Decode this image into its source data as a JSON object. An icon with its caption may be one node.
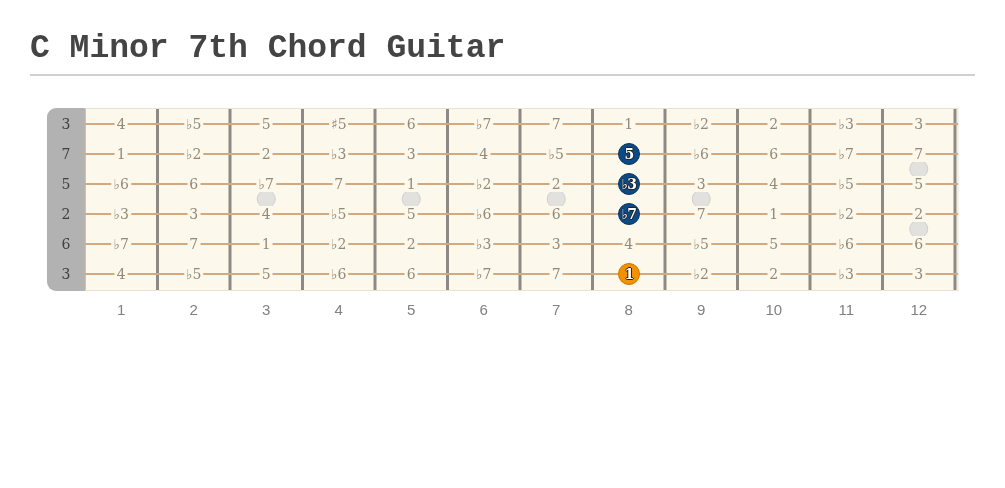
{
  "diagram": {
    "title": "C Minor 7th Chord Guitar",
    "nodes": [
      {
        "text": [
          "5"
        ]
      },
      {
        "text": [
          "♭3"
        ]
      },
      {
        "text": [
          "♭7"
        ]
      },
      {
        "text": [
          "1"
        ]
      }
    ],
    "labels": [
      "3",
      "4",
      "♭5",
      "5",
      "♯5",
      "6",
      "♭7",
      "7",
      "1",
      "♭2",
      "2",
      "♭3",
      "3",
      "7",
      "1",
      "♭2",
      "2",
      "♭3",
      "3",
      "4",
      "♭5",
      "♭6",
      "6",
      "♭7",
      "7",
      "5",
      "♭6",
      "6",
      "♭7",
      "7",
      "1",
      "♭2",
      "2",
      "3",
      "4",
      "♭5",
      "5",
      "2",
      "♭3",
      "3",
      "4",
      "♭5",
      "5",
      "♭6",
      "6",
      "7",
      "1",
      "♭2",
      "2",
      "6",
      "♭7",
      "7",
      "1",
      "♭2",
      "2",
      "♭3",
      "3",
      "4",
      "♭5",
      "5",
      "♭6",
      "6",
      "3",
      "4",
      "♭5",
      "5",
      "♭6",
      "6",
      "♭7",
      "7",
      "♭2",
      "2",
      "♭3",
      "3",
      "1",
      "2",
      "3",
      "4",
      "5",
      "6",
      "7",
      "8",
      "9",
      "10",
      "11",
      "12"
    ]
  }
}
